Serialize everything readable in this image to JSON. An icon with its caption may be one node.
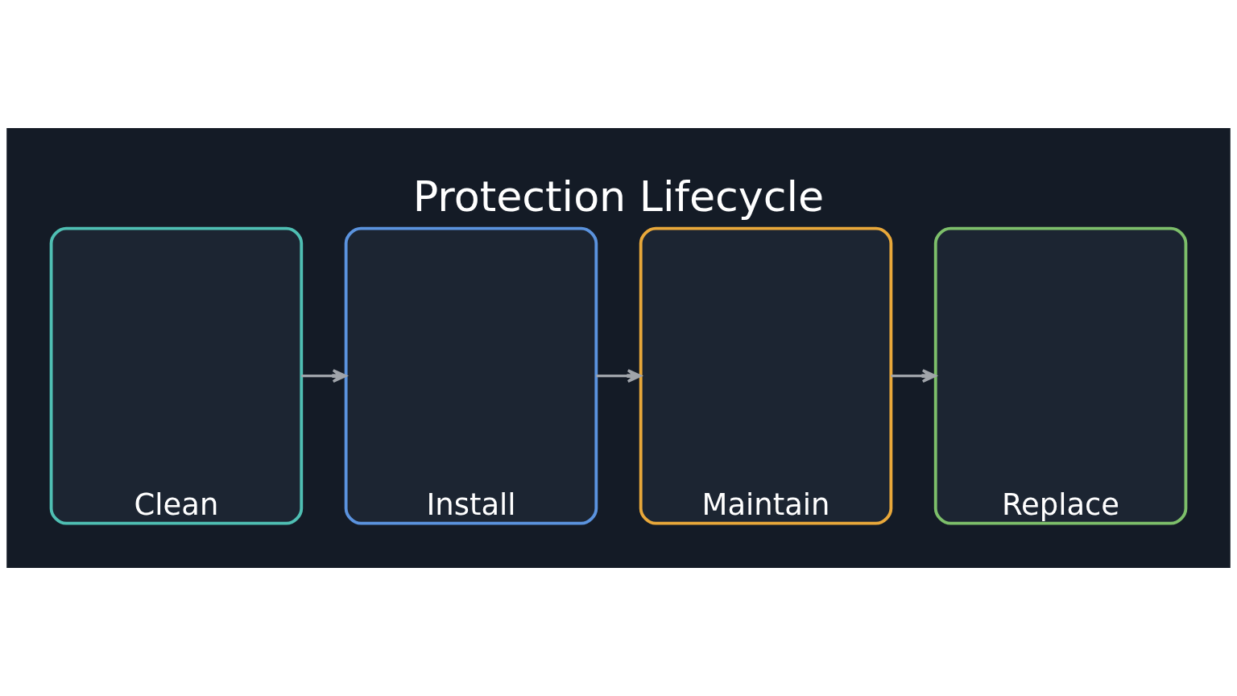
{
  "diagram": {
    "title": "Protection Lifecycle",
    "nodes": [
      {
        "text": [
          "Clean"
        ]
      },
      {
        "text": [
          "Install"
        ]
      },
      {
        "text": [
          "Maintain"
        ]
      },
      {
        "text": [
          "Replace"
        ]
      }
    ],
    "edges": [
      {
        "from": 0,
        "to": 1,
        "arrow": "to"
      },
      {
        "from": 1,
        "to": 2,
        "arrow": "to"
      },
      {
        "from": 2,
        "to": 3,
        "arrow": "to"
      }
    ]
  }
}
